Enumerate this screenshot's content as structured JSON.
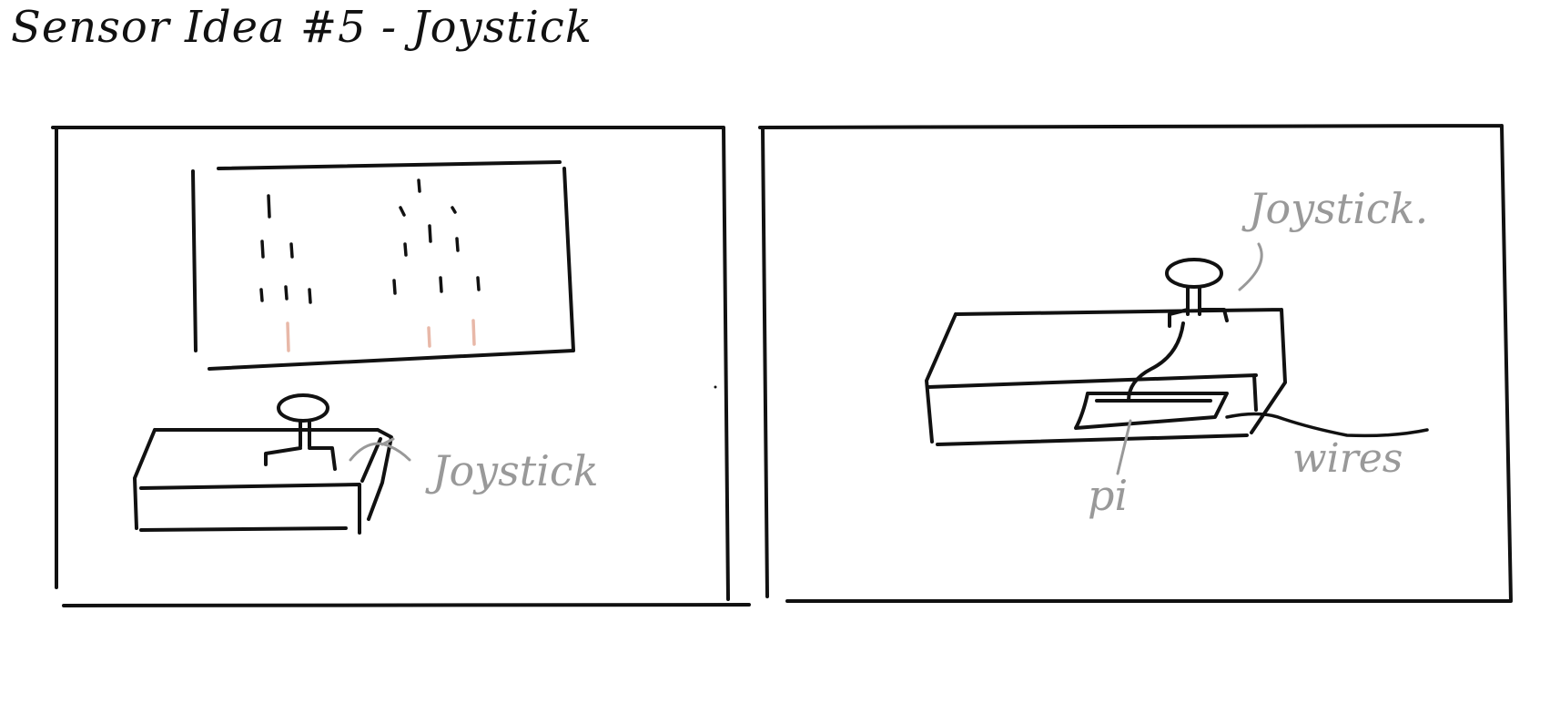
{
  "title": "Sensor Idea #5 - Joystick",
  "panel_left": {
    "joystick_label": "Joystick"
  },
  "panel_right": {
    "joystick_label": "Joystick.",
    "pi_label": "pi",
    "wires_label": "wires"
  },
  "colors": {
    "ink": "#111111",
    "annotation": "#999999",
    "falling_notes": "#e8b8a8",
    "background": "#ffffff"
  }
}
